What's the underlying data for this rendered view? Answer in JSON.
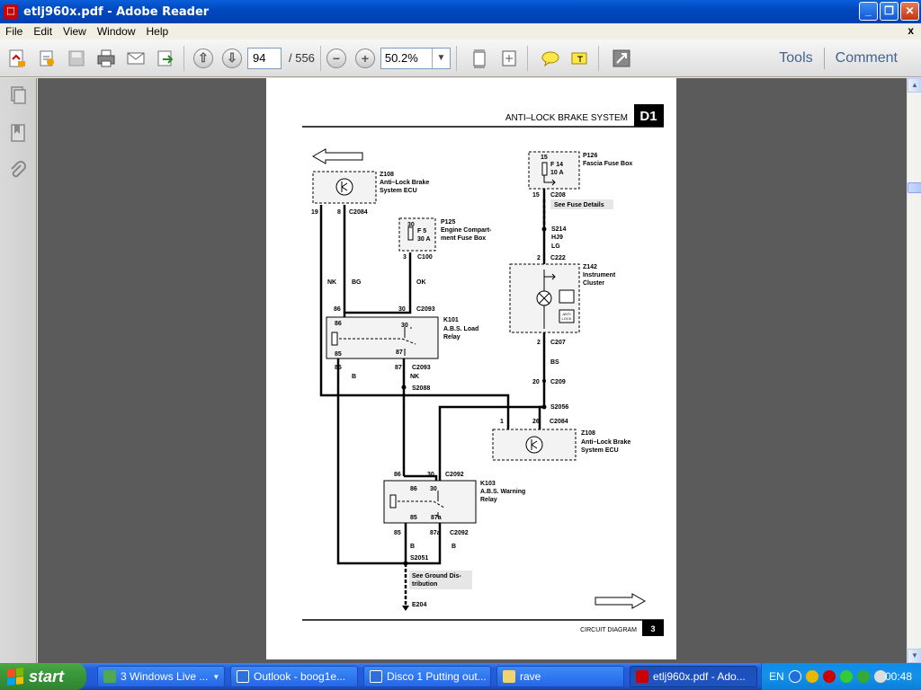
{
  "window": {
    "title": "etlj960x.pdf - Adobe Reader",
    "min_glyph": "_",
    "restore_glyph": "❐",
    "close_glyph": "✕"
  },
  "menu": [
    "File",
    "Edit",
    "View",
    "Window",
    "Help"
  ],
  "menu_close": "x",
  "toolbar": {
    "page_current": "94",
    "page_total": "/ 556",
    "zoom": "50.2%",
    "tools_label": "Tools",
    "comment_label": "Comment"
  },
  "doc": {
    "header_title": "ANTI–LOCK BRAKE SYSTEM",
    "section_badge": "D1",
    "footer_label": "CIRCUIT DIAGRAM",
    "page_number": "3",
    "labels": {
      "z108_top_code": "Z108",
      "z108_top_name1": "Anti–Lock Brake",
      "z108_top_name2": "System ECU",
      "pin19": "19",
      "pin8": "8",
      "c2084_top": "C2084",
      "p125_code": "P125",
      "p125_name1": "Engine Compart-",
      "p125_name2": "ment Fuse Box",
      "p125_pin30": "30",
      "p125_fuse": "F 5",
      "p125_amp": "30 A",
      "p125_pin3": "3",
      "c100": "C100",
      "p126_code": "P126",
      "p126_name": "Fascia Fuse Box",
      "p126_pin15": "15",
      "p126_fuse": "F 14",
      "p126_amp": "10 A",
      "p126_pin15b": "15",
      "c208": "C208",
      "see_fuse": "See Fuse Details",
      "s214": "S214",
      "hj9": "HJ9",
      "lg": "LG",
      "pin2a": "2",
      "c222": "C222",
      "z142_code": "Z142",
      "z142_name1": "Instrument",
      "z142_name2": "Cluster",
      "anti_lock1": "ANTI",
      "anti_lock2": "LOCK",
      "nk1": "NK",
      "bg": "BG",
      "ok": "OK",
      "pin86a": "86",
      "pin30a": "30",
      "c2093a": "C2093",
      "k101_code": "K101",
      "k101_name1": "A.B.S. Load",
      "k101_name2": "Relay",
      "k101_86": "86",
      "k101_30": "30",
      "k101_85": "85",
      "k101_87": "87",
      "pin85a": "85",
      "pin87a": "87",
      "c2093b": "C2093",
      "b1": "B",
      "nk2": "NK",
      "s2088": "S2088",
      "pin2b": "2",
      "c207": "C207",
      "bs": "BS",
      "pin20": "20",
      "c209": "C209",
      "s2056": "S2056",
      "pin1": "1",
      "pin26": "26",
      "c2084_b": "C2084",
      "z108_b_code": "Z108",
      "z108_b_name1": "Anti–Lock Brake",
      "z108_b_name2": "System ECU",
      "pin86b": "86",
      "pin30b": "30",
      "c2092a": "C2092",
      "k103_code": "K103",
      "k103_name1": "A.B.S. Warning",
      "k103_name2": "Relay",
      "k103_86": "86",
      "k103_30": "30",
      "k103_85": "85",
      "k103_87a": "87a",
      "pin85b": "85",
      "pin87a2": "87a",
      "c2092b": "C2092",
      "b2": "B",
      "b3": "B",
      "s2051": "S2051",
      "see_ground1": "See Ground Dis-",
      "see_ground2": "tribution",
      "e204": "E204"
    }
  },
  "taskbar": {
    "start_label": "start",
    "tasks": [
      {
        "label": "3 Windows Live ..."
      },
      {
        "label": "Outlook - boog1e..."
      },
      {
        "label": "Disco 1 Putting out..."
      },
      {
        "label": "rave"
      },
      {
        "label": "etlj960x.pdf - Ado..."
      }
    ],
    "lang": "EN",
    "clock": "00:48"
  },
  "colors": {
    "title_blue": "#0048c0",
    "taskbar_blue": "#245edb",
    "start_green": "#3c9b3c",
    "viewer_gray": "#5b5b5b"
  },
  "icons": [
    "pdf-icon",
    "create-pdf-icon",
    "open-icon",
    "save-icon",
    "print-icon",
    "email-icon",
    "export-icon",
    "page-up-icon",
    "page-down-icon",
    "zoom-out-icon",
    "zoom-in-icon",
    "fit-page-icon",
    "fit-width-icon",
    "comment-bubble-icon",
    "highlight-icon",
    "fullscreen-icon",
    "pages-icon",
    "bookmarks-icon",
    "attachments-icon"
  ]
}
